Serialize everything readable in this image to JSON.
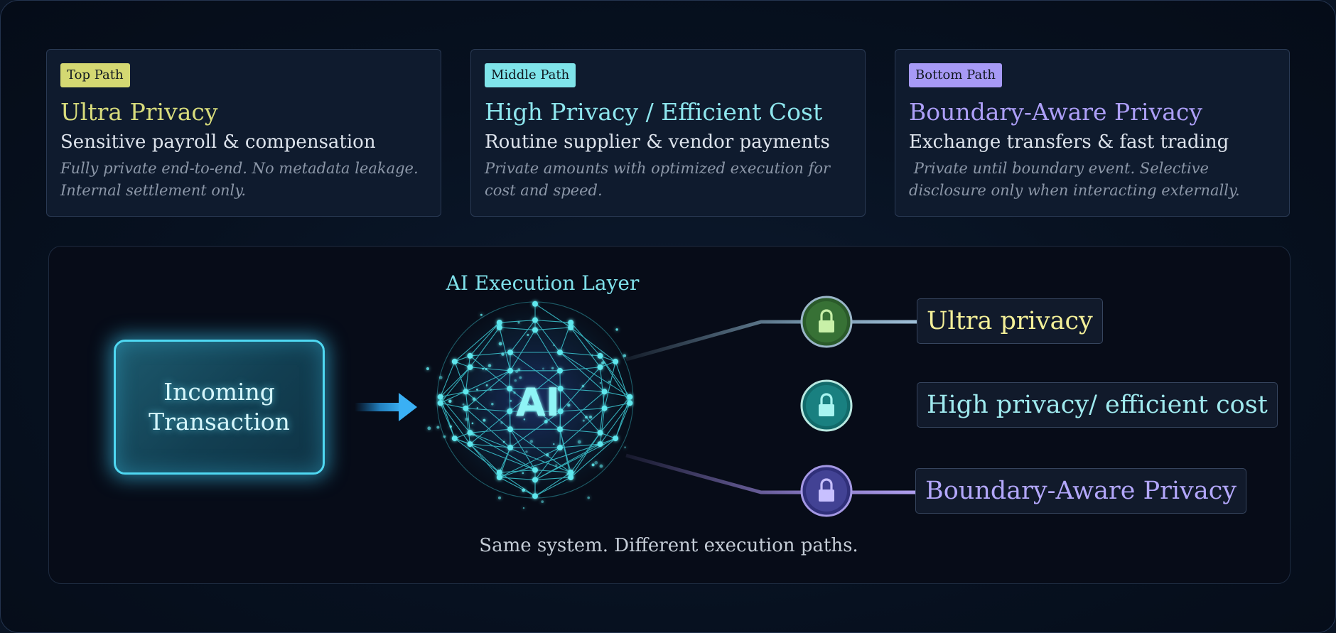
{
  "cards": [
    {
      "tag": "Top Path",
      "title": "Ultra Privacy",
      "subtitle": "Sensitive payroll & compensation",
      "description": "Fully private end-to-end. No metadata leakage. Internal settlement only.",
      "tag_color": "#d4d872",
      "title_color": "#d8dc7c"
    },
    {
      "tag": "Middle Path",
      "title": "High Privacy / Efficient Cost",
      "subtitle": "Routine supplier & vendor payments",
      "description": "Private amounts with optimized execution for cost and speed.",
      "tag_color": "#7fe4ea",
      "title_color": "#8ee6ee"
    },
    {
      "tag": "Bottom Path",
      "title": "Boundary-Aware Privacy",
      "subtitle": "Exchange transfers & fast trading",
      "description": " Private until boundary event. Selective disclosure only when interacting externally.",
      "tag_color": "#a79af6",
      "title_color": "#ad9ff8"
    }
  ],
  "diagram": {
    "input_label": "Incoming Transaction",
    "layer_title": "AI Execution Layer",
    "core_label": "AI",
    "outputs": [
      {
        "label": "Ultra privacy",
        "color": "#f3ef98",
        "line_color": "#8ab0c8",
        "lock_color": "#3d7a3a",
        "lock_icon": "padlock-icon"
      },
      {
        "label": "High privacy/ efficient cost",
        "color": "#9fe9ee",
        "line_color": "#8fdcc8",
        "lock_color": "#1d8a8a",
        "lock_icon": "padlock-icon"
      },
      {
        "label": "Boundary-Aware Privacy",
        "color": "#b3a7fb",
        "line_color": "#9d8ae0",
        "lock_color": "#4a4aa0",
        "lock_icon": "padlock-icon"
      }
    ],
    "caption": "Same system. Different execution paths."
  }
}
